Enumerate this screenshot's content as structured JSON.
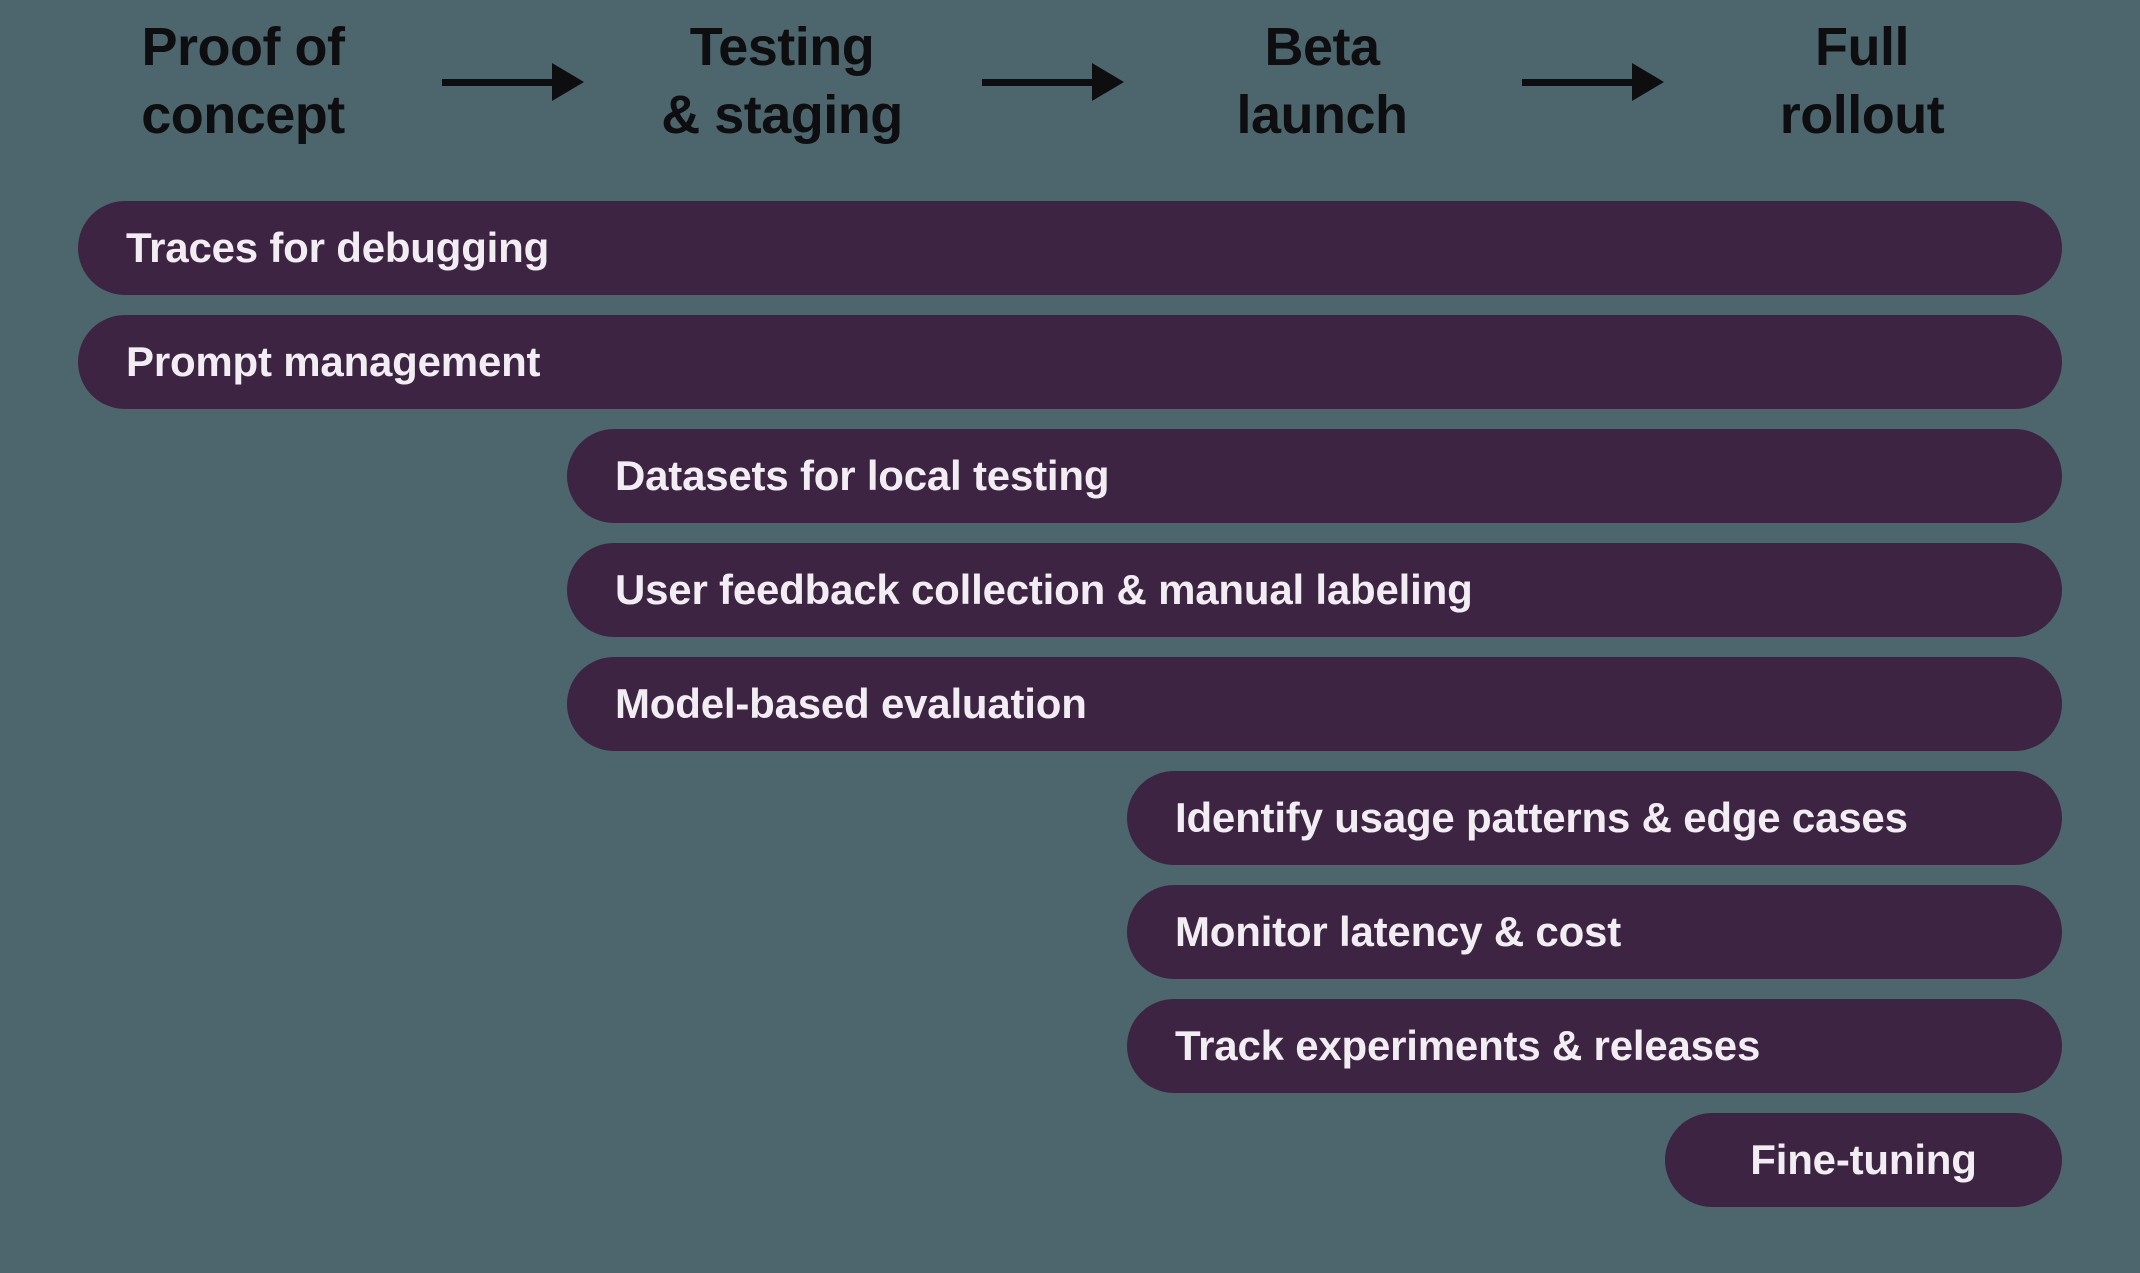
{
  "palette": {
    "background": "#4D666E",
    "bar": "#3D2442",
    "bar_text": "#F1EDF2",
    "header_text": "#0E0E10",
    "arrow": "#0E0E10"
  },
  "icons": {
    "arrow_right": "→"
  },
  "stages": [
    {
      "label": "Proof of concept",
      "lines": [
        "Proof of",
        "concept"
      ]
    },
    {
      "label": "Testing & staging",
      "lines": [
        "Testing",
        "& staging"
      ]
    },
    {
      "label": "Beta launch",
      "lines": [
        "Beta",
        "launch"
      ]
    },
    {
      "label": "Full rollout",
      "lines": [
        "Full",
        "rollout"
      ]
    }
  ],
  "bars": [
    {
      "label": "Traces for debugging",
      "start_stage": "Proof of concept",
      "end_stage": "Full rollout"
    },
    {
      "label": "Prompt management",
      "start_stage": "Proof of concept",
      "end_stage": "Full rollout"
    },
    {
      "label": "Datasets for local testing",
      "start_stage": "Testing & staging",
      "end_stage": "Full rollout"
    },
    {
      "label": "User feedback collection & manual labeling",
      "start_stage": "Testing & staging",
      "end_stage": "Full rollout"
    },
    {
      "label": "Model-based evaluation",
      "start_stage": "Testing & staging",
      "end_stage": "Full rollout"
    },
    {
      "label": "Identify usage patterns & edge cases",
      "start_stage": "Beta launch",
      "end_stage": "Full rollout"
    },
    {
      "label": "Monitor latency & cost",
      "start_stage": "Beta launch",
      "end_stage": "Full rollout"
    },
    {
      "label": "Track experiments & releases",
      "start_stage": "Beta launch",
      "end_stage": "Full rollout"
    },
    {
      "label": "Fine-tuning",
      "start_stage": "Full rollout",
      "end_stage": "Full rollout"
    }
  ]
}
